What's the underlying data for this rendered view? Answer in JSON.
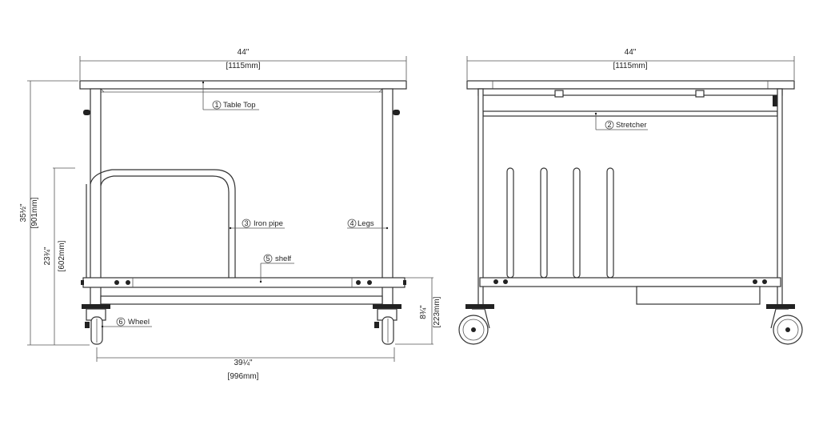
{
  "front_view": {
    "width_in": "44\"",
    "width_mm": "[1115mm]",
    "height_in": "35½\"",
    "height_mm": "[901mm]",
    "pipe_height_in": "23¾\"",
    "pipe_height_mm": "[602mm]",
    "leg_span_in": "39¼\"",
    "leg_span_mm": "[996mm]",
    "shelf_height_in": "8¾\"",
    "shelf_height_mm": "[223mm]",
    "callouts": [
      {
        "num": "1",
        "label": "Table Top"
      },
      {
        "num": "3",
        "label": "Iron pipe"
      },
      {
        "num": "4",
        "label": "Legs"
      },
      {
        "num": "5",
        "label": "shelf"
      },
      {
        "num": "6",
        "label": "Wheel"
      }
    ]
  },
  "side_view": {
    "width_in": "44\"",
    "width_mm": "[1115mm]",
    "callouts": [
      {
        "num": "2",
        "label": "Stretcher"
      }
    ]
  }
}
